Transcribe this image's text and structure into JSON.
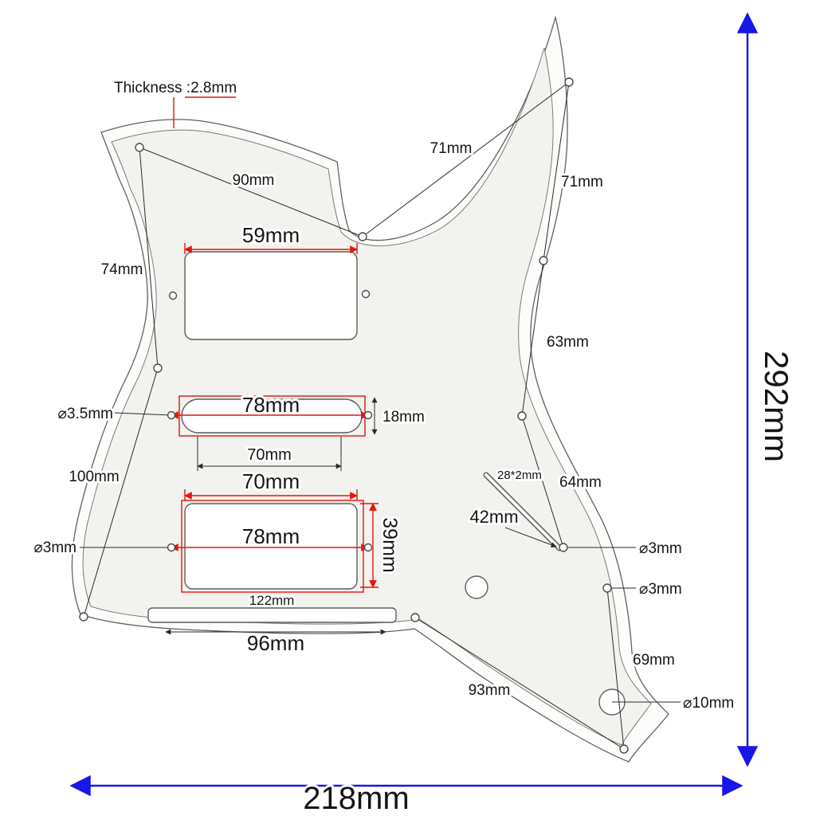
{
  "page": {
    "background": "#ffffff"
  },
  "colors": {
    "dimension_red": "#e8140c",
    "overall_blue": "#1717e6",
    "outline_gray": "#5f5f5f",
    "leader_black": "#2a2a2a",
    "pickguard_fill": "#f2f2ee"
  },
  "annotations": {
    "thickness": "Thickness :2.8mm",
    "dim_90": "90mm",
    "dim_71_top": "71mm",
    "dim_71_right": "71mm",
    "dim_74": "74mm",
    "dim_59": "59mm",
    "dim_63": "63mm",
    "dia_3_5": "⌀3.5mm",
    "dim_78_middle": "78mm",
    "dim_18": "18mm",
    "dim_70_middle": "70mm",
    "dim_100": "100mm",
    "dim_70_bridge": "70mm",
    "slot_28x2": "28*2mm",
    "dim_64": "64mm",
    "dim_42": "42mm",
    "dia_3_left": "⌀3mm",
    "dim_78_bridge": "78mm",
    "dim_39": "39mm",
    "dia_3_right_upper": "⌀3mm",
    "dia_3_right_lower": "⌀3mm",
    "dim_122": "122mm",
    "dim_96": "96mm",
    "dim_69": "69mm",
    "dim_93": "93mm",
    "dia_10": "⌀10mm",
    "overall_width": "218mm",
    "overall_height": "292mm"
  }
}
